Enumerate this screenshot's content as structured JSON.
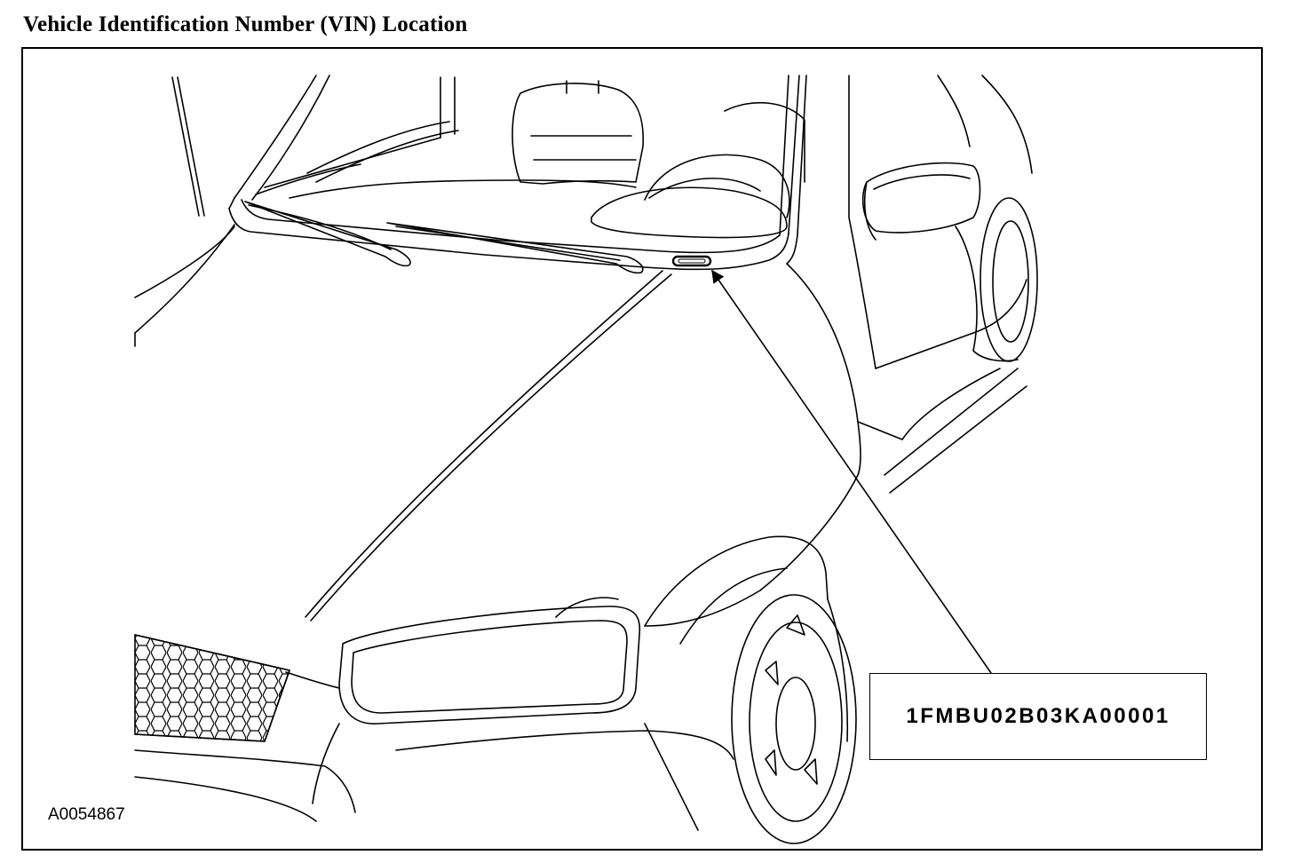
{
  "header": {
    "title": "Vehicle Identification Number (VIN) Location"
  },
  "callout": {
    "vin": "1FMBU02B03KA00001"
  },
  "figure": {
    "id": "A0054867"
  },
  "colors": {
    "line": "#000000",
    "background": "#ffffff"
  },
  "icons": {
    "pointer": "arrow-icon"
  }
}
